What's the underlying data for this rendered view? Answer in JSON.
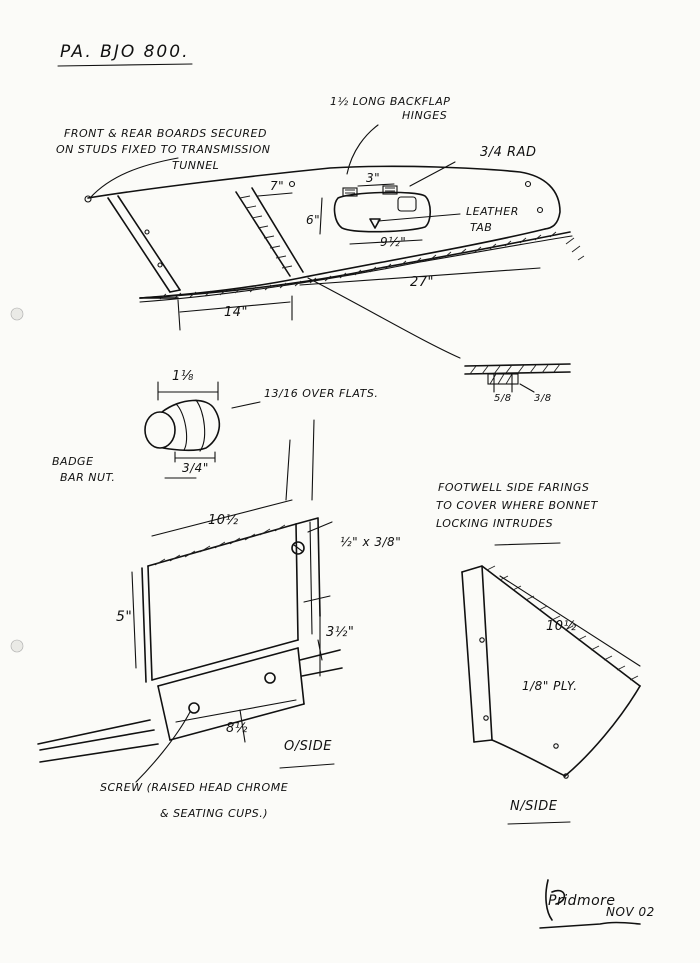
{
  "title": "PA. BJO 800.",
  "top_drawing": {
    "studs_note": [
      "FRONT & REAR BOARDS SECURED",
      "ON STUDS FIXED TO TRANSMISSION",
      "TUNNEL"
    ],
    "hinge_note": [
      "1½ LONG BACKFLAP",
      "HINGES"
    ],
    "rad_note": "3/4 RAD",
    "tab_note": [
      "LEATHER",
      "TAB"
    ],
    "dims": {
      "d7": "7\"",
      "d3": "3\"",
      "d6": "6\"",
      "d9_1_2": "9½\"",
      "d27": "27\"",
      "d14": "14\""
    },
    "section_dims": [
      "5/8",
      "3/8"
    ]
  },
  "badge_nut": {
    "label": [
      "BADGE",
      "BAR NUT."
    ],
    "d1_1_8": "1⅛",
    "flats_note": "13/16 OVER FLATS.",
    "d3_4": "3/4\""
  },
  "oside_drawing": {
    "d10_1_2": "10½",
    "d5": "5\"",
    "d3_1_2": "3½\"",
    "d8_1_2": "8½",
    "section_note": "½\" x 3/8\"",
    "side_label": "O/SIDE",
    "screw_note": [
      "SCREW (RAISED HEAD CHROME",
      "& SEATING CUPS.)"
    ]
  },
  "nside_drawing": {
    "fairing_note": [
      "FOOTWELL SIDE FARINGS",
      "TO COVER WHERE BONNET",
      "LOCKING INTRUDES"
    ],
    "d10_1_2": "10½",
    "ply_note": "1/8\" PLY.",
    "side_label": "N/SIDE"
  },
  "signature": {
    "name": "Pridmore",
    "date": "NOV 02"
  }
}
